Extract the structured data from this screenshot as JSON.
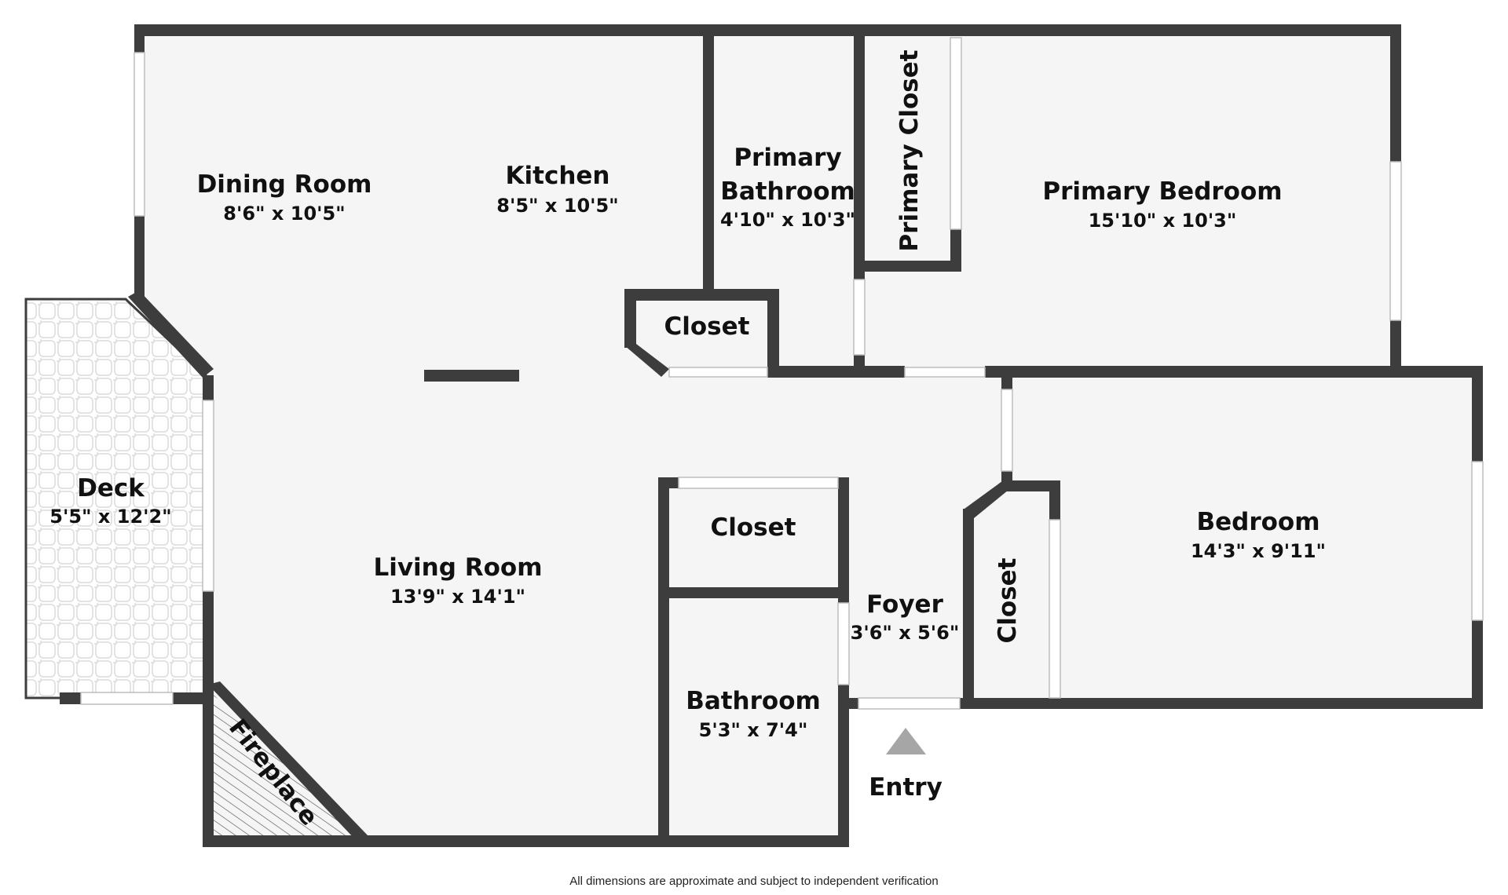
{
  "floorplan": {
    "colors": {
      "wall": "#3d3d3d",
      "floor": "#f5f5f5",
      "window": "#ffffff",
      "deck_tile": "#dddddd",
      "entry_arrow": "#a6a6a6",
      "background": "#ffffff"
    },
    "rooms": [
      {
        "id": "dining",
        "name": "Dining Room",
        "dimensions": "8'6\" x 10'5\""
      },
      {
        "id": "kitchen",
        "name": "Kitchen",
        "dimensions": "8'5\" x 10'5\""
      },
      {
        "id": "primary_bath",
        "name_line1": "Primary",
        "name_line2": "Bathroom",
        "dimensions": "4'10\" x 10'3\""
      },
      {
        "id": "primary_closet",
        "name": "Primary Closet"
      },
      {
        "id": "primary_bed",
        "name": "Primary Bedroom",
        "dimensions": "15'10\" x 10'3\""
      },
      {
        "id": "kitchen_closet",
        "name": "Closet"
      },
      {
        "id": "deck",
        "name": "Deck",
        "dimensions": "5'5\" x 12'2\""
      },
      {
        "id": "living",
        "name": "Living Room",
        "dimensions": "13'9\" x 14'1\""
      },
      {
        "id": "hall_closet",
        "name": "Closet"
      },
      {
        "id": "foyer",
        "name": "Foyer",
        "dimensions": "3'6\" x 5'6\""
      },
      {
        "id": "bed_closet",
        "name": "Closet"
      },
      {
        "id": "bedroom",
        "name": "Bedroom",
        "dimensions": "14'3\" x 9'11\""
      },
      {
        "id": "bathroom",
        "name": "Bathroom",
        "dimensions": "5'3\" x 7'4\""
      },
      {
        "id": "fireplace",
        "name": "Fireplace"
      }
    ],
    "entry": {
      "label": "Entry",
      "icon": "entry-arrow-triangle"
    },
    "disclaimer": "All dimensions are approximate and subject to independent verification"
  }
}
